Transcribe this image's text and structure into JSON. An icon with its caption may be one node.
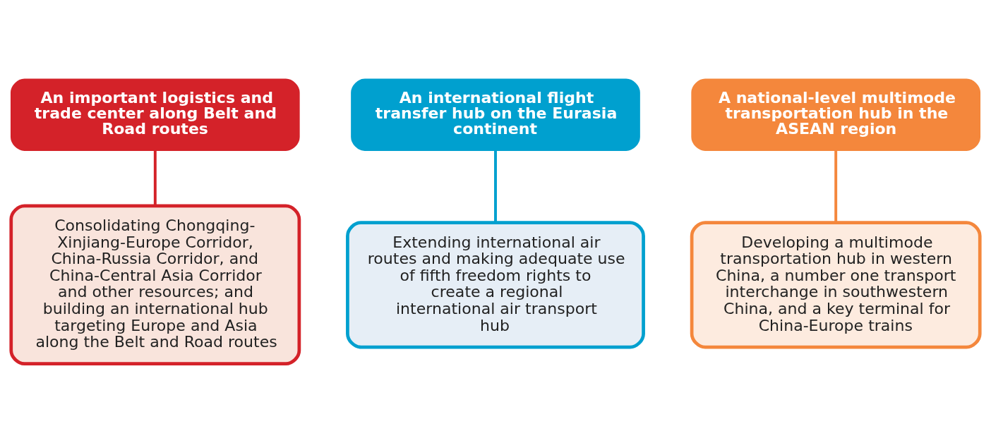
{
  "diagram": {
    "nodes": [
      {
        "text": [
          "An important logistics and trade center along Belt and Road routes"
        ]
      },
      {
        "text": [
          "An international flight transfer hub on the Eurasia continent"
        ]
      },
      {
        "text": [
          "A national-level multimode transportation hub in the ASEAN region"
        ]
      },
      {
        "text": [
          "Consolidating Chongqing-Xinjiang-Europe Corridor, China-Russia Corridor, and China-Central Asia Corridor and other resources; and building an international hub targeting Europe and Asia along the Belt and Road routes"
        ]
      },
      {
        "text": [
          "Extending international air routes and making adequate use of fifth freedom rights to create a regional international air transport hub"
        ]
      },
      {
        "text": [
          "Developing a multimode transportation hub in western China, a number one transport interchange in southwestern China, and a key terminal for China-Europe trains"
        ]
      }
    ],
    "edges": [
      {
        "from": 0,
        "to": 3,
        "arrow": "none",
        "color": "#d42229"
      },
      {
        "from": 1,
        "to": 4,
        "arrow": "none",
        "color": "#00a0cf"
      },
      {
        "from": 2,
        "to": 5,
        "arrow": "none",
        "color": "#f4873c"
      }
    ]
  }
}
